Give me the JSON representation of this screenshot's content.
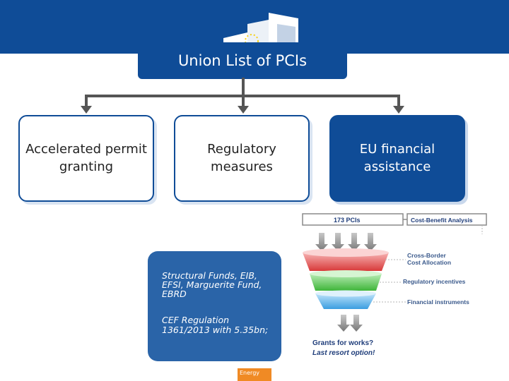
{
  "title": "Union List of PCIs",
  "cards": [
    {
      "label": "Accelerated permit granting"
    },
    {
      "label": "Regulatory measures"
    },
    {
      "label": "EU financial assistance"
    }
  ],
  "funding": {
    "line1": "Structural Funds, EIB, EFSI, Marguerite Fund, EBRD",
    "line2": "CEF Regulation 1361/2013 with 5.35bn;"
  },
  "funnel": {
    "count_label": "173 PCIs",
    "cba_label": "Cost-Benefit Analysis",
    "cross_border_1": "Cross-Border",
    "cross_border_2": "Cost Allocation",
    "incentives": "Regulatory incentives",
    "instruments": "Financial instruments",
    "grants_1": "Grants for works?",
    "grants_2": "Last resort option!"
  },
  "footer_tag": "Energy",
  "colors": {
    "brand_blue": "#0f4c97",
    "accent_orange": "#f08a24"
  }
}
